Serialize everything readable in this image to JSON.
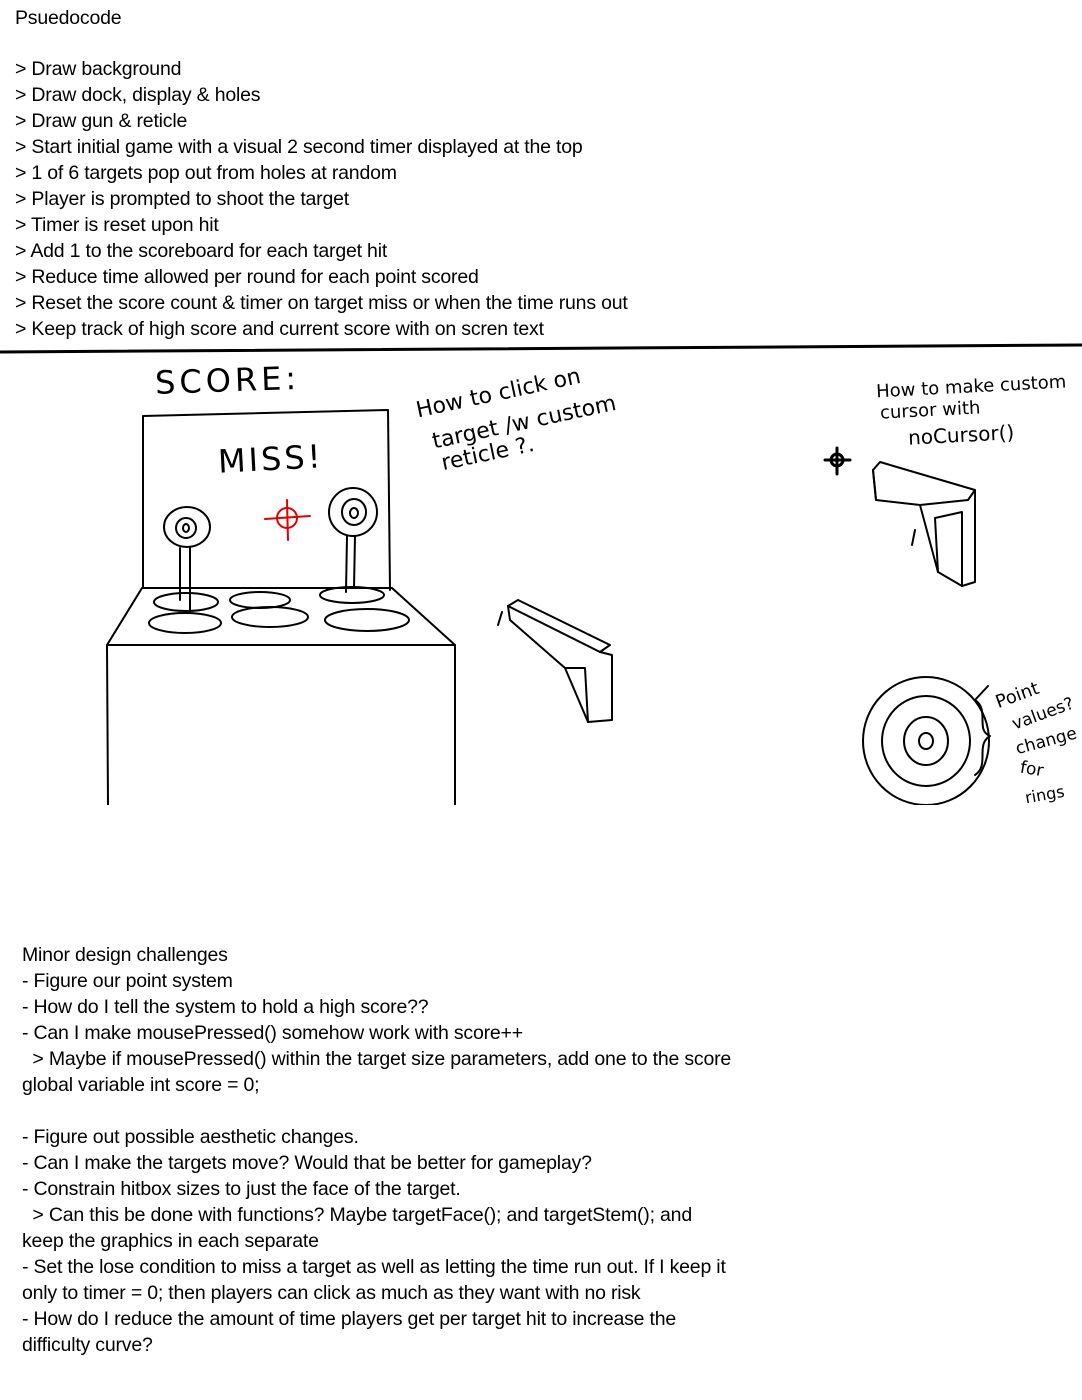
{
  "pseudocode": {
    "title": "Psuedocode",
    "steps": [
      "> Draw background",
      "> Draw dock, display & holes",
      "> Draw gun & reticle",
      "> Start initial game with a visual 2 second timer displayed at the top",
      "> 1 of 6 targets pop out from holes at random",
      "> Player is prompted to shoot the target",
      "> Timer is reset upon hit",
      "> Add 1 to the scoreboard for each target hit",
      "> Reduce time allowed per round for each point scored",
      "> Reset the score count & timer on target miss or when the time runs out",
      "> Keep track of high score and current score with on scren text"
    ]
  },
  "sketch": {
    "score_label": "SCORE:",
    "miss_label": "MISS!",
    "note_click": [
      "How to click on",
      "target /w custom",
      "reticle ?."
    ],
    "note_cursor": [
      "How to make custom",
      "cursor with",
      "noCursor()"
    ],
    "note_points": [
      "Point",
      "values?",
      "change",
      "for",
      "rings"
    ],
    "accent_color": "#e00000"
  },
  "challenges": {
    "title": "Minor design challenges",
    "lines": [
      "- Figure our point system",
      "- How do I tell the system to hold a high score??",
      "- Can I make mousePressed() somehow work with score++",
      "  > Maybe if mousePressed() within the target size parameters, add one to the score",
      "global variable int score = 0;",
      "",
      "- Figure out possible aesthetic changes.",
      "- Can I make the targets move? Would that be better for gameplay?",
      "- Constrain hitbox sizes to just the face of the target.",
      "  > Can this be done with functions? Maybe targetFace(); and targetStem(); and",
      "keep the graphics in each separate",
      "- Set the lose condition to miss a target as well as letting the time run out. If I keep it",
      "only to timer = 0; then players can click as much as they want with no risk",
      "- How do I reduce the amount of time players get per target hit to increase the",
      "difficulty curve?"
    ]
  }
}
